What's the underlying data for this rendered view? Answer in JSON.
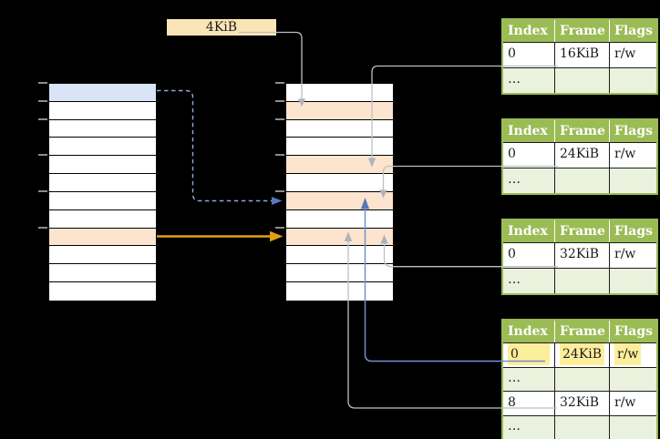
{
  "page_size_label": "4KiB",
  "colors": {
    "background": "#000000",
    "blue-row": "#D9E5F6",
    "orange-row": "#FCE4CE",
    "cream": "#FBE5B6",
    "green": "#9BBB55",
    "green-light": "#EAF1DC",
    "yellow-highlight": "#FDEE9B",
    "gray-line": "#BDBFC4",
    "gray-arrow": "#AEB2BA",
    "blue-line": "#7291CB",
    "blue-arrow": "#5878BA",
    "blue-dash": "#8FA9D8",
    "orange-arrow": "#E2A010",
    "tick": "#8C8C8C",
    "text": "#1A1A1A"
  },
  "virtual_memory_column": {
    "rows": [
      "blue",
      "",
      "",
      "",
      "",
      "",
      "",
      "",
      "orange",
      "",
      "",
      ""
    ],
    "tick_rows": [
      0,
      1,
      2,
      4,
      6,
      8
    ]
  },
  "physical_frames_column": {
    "rows": [
      "",
      "orange",
      "",
      "",
      "orange",
      "",
      "orange",
      "",
      "orange",
      "",
      "",
      ""
    ],
    "tick_rows": [
      0,
      1,
      2,
      4,
      6,
      8
    ]
  },
  "page_table_headers": [
    "Index",
    "Frame",
    "Flags"
  ],
  "page_tables": [
    {
      "rows": [
        {
          "index": "0",
          "frame": "16KiB",
          "flags": "r/w"
        },
        {
          "index": "…",
          "frame": "",
          "flags": "",
          "shaded": true
        }
      ]
    },
    {
      "rows": [
        {
          "index": "0",
          "frame": "24KiB",
          "flags": "r/w"
        },
        {
          "index": "…",
          "frame": "",
          "flags": "",
          "shaded": true
        }
      ]
    },
    {
      "rows": [
        {
          "index": "0",
          "frame": "32KiB",
          "flags": "r/w"
        },
        {
          "index": "…",
          "frame": "",
          "flags": "",
          "shaded": true
        }
      ]
    },
    {
      "rows": [
        {
          "index": "0",
          "frame": "24KiB",
          "flags": "r/w",
          "highlight": true
        },
        {
          "index": "…",
          "frame": "",
          "flags": "",
          "shaded": true
        },
        {
          "index": "8",
          "frame": "32KiB",
          "flags": "r/w"
        },
        {
          "index": "…",
          "frame": "",
          "flags": "",
          "shaded": true
        }
      ]
    }
  ]
}
